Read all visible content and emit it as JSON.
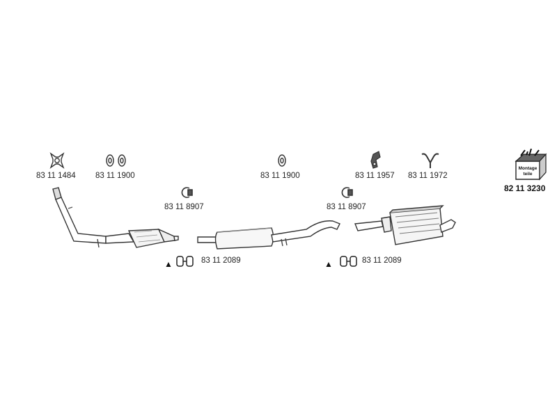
{
  "parts": {
    "flange_gasket": "83 11 1484",
    "rubber_mount_pair": "83 11 1900",
    "rubber_mount_center": "83 11 1900",
    "hanger_1957": "83 11 1957",
    "hanger_1972": "83 11 1972",
    "clamp_front": "83 11 8907",
    "clamp_rear": "83 11 8907",
    "sleeve_front": "83 11 2089",
    "sleeve_rear": "83 11 2089",
    "mounting_kit": "82 11 3230"
  },
  "kit_box_text": [
    "Montage",
    "teile"
  ],
  "warning_symbol": "▲"
}
